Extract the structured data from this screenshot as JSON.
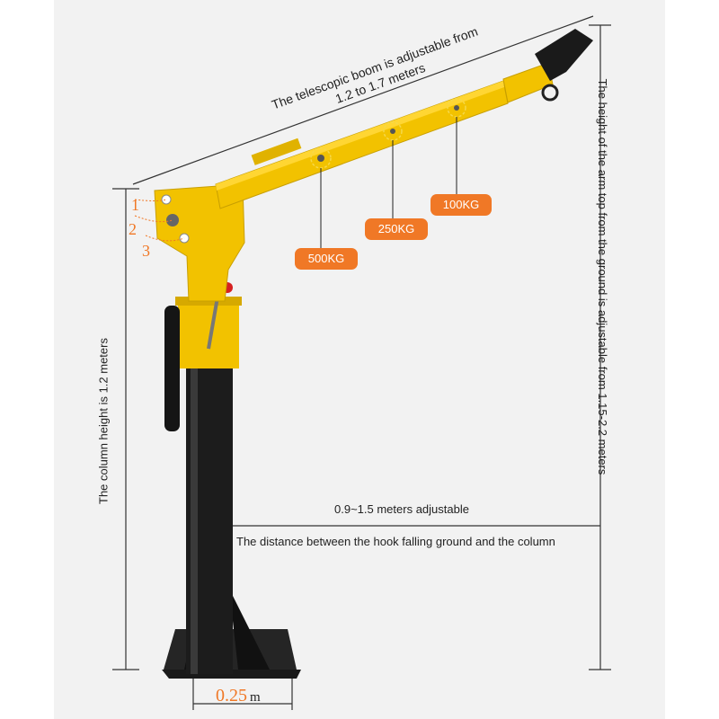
{
  "labels": {
    "boom_length_line1": "The telescopic boom is adjustable from",
    "boom_length_line2": "1.2 to 1.7 meters",
    "column_height": "The column height is 1.2 meters",
    "arm_height": "The height of the arm top from the ground is adjustable from 1.15-2.2 meters",
    "reach_adjustable": "0.9~1.5 meters adjustable",
    "hook_distance": "The distance between the hook falling ground and the column",
    "base_width_value": "0.25",
    "base_width_unit": "m"
  },
  "loads": [
    {
      "label": "500KG"
    },
    {
      "label": "250KG"
    },
    {
      "label": "100KG"
    }
  ],
  "positions": [
    "1",
    "2",
    "3"
  ],
  "colors": {
    "accent": "#f07826",
    "crane_yellow": "#f2c200",
    "column_black": "#1c1c1c",
    "background": "#f2f2f2"
  }
}
